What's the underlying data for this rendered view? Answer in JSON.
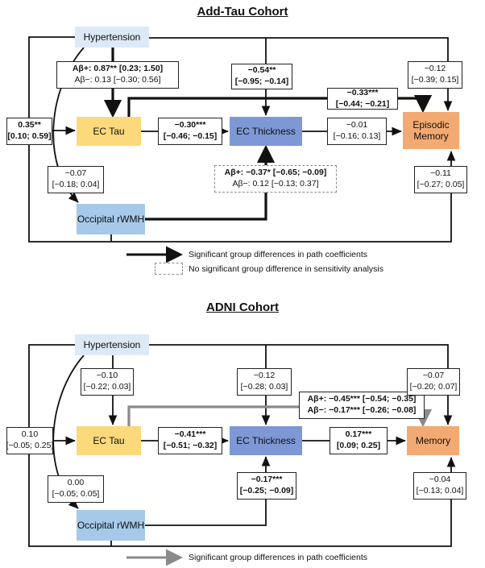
{
  "colors": {
    "hypertension_fill": "#dce9f7",
    "ec_tau_fill": "#fcd97b",
    "ec_thickness_fill": "#7e98d6",
    "memory_fill": "#f3aa72",
    "occipital_fill": "#a6c9e9"
  },
  "addtau": {
    "title": "Add-Tau Cohort",
    "nodes": {
      "hypertension": "Hypertension",
      "ec_tau": "EC Tau",
      "ec_thickness": "EC Thickness",
      "memory": "Episodic Memory",
      "occipital": "Occipital rWMH"
    },
    "coefs": {
      "hyp_ectau": {
        "l1": "Aβ+: 0.87** [0.23; 1.50]",
        "l2": "Aβ−: 0.13 [−0.30; 0.56]"
      },
      "hyp_ecthickness": {
        "l1": "−0.54**",
        "l2": "[−0.95; −0.14]"
      },
      "ectau_memory": {
        "l1": "−0.33***",
        "l2": "[−0.44; −0.21]"
      },
      "hyp_memory": {
        "l1": "−0.12",
        "l2": "[−0.39; 0.15]"
      },
      "occ_ectau": {
        "l1": "0.35**",
        "l2": "[0.10; 0.59]"
      },
      "ectau_ecthickness": {
        "l1": "−0.30***",
        "l2": "[−0.46; −0.15]"
      },
      "ecthickness_memory": {
        "l1": "−0.01",
        "l2": "[−0.16; 0.13]"
      },
      "occ_ecthickness": {
        "l1": "Aβ+: −0.37* [−0.65; −0.09]",
        "l2": "Aβ−: 0.12 [−0.13; 0.37]"
      },
      "hyp_occ": {
        "l1": "−0.07",
        "l2": "[−0.18; 0.04]"
      },
      "occ_memory": {
        "l1": "−0.11",
        "l2": "[−0.27; 0.05]"
      }
    },
    "legend": {
      "arrow_label": "Significant group differences in path coefficients",
      "dashed_label": "No significant group difference in sensitivity analysis"
    }
  },
  "adni": {
    "title": "ADNI Cohort",
    "nodes": {
      "hypertension": "Hypertension",
      "ec_tau": "EC Tau",
      "ec_thickness": "EC Thickness",
      "memory": "Memory",
      "occipital": "Occipital rWMH"
    },
    "coefs": {
      "hyp_ectau": {
        "l1": "−0.10",
        "l2": "[−0.22; 0.03]"
      },
      "hyp_ecthickness": {
        "l1": "−0.12",
        "l2": "[−0.28; 0.03]"
      },
      "ectau_memory": {
        "l1": "Aβ+: −0.45*** [−0.54; −0.35]",
        "l2": "Aβ−: −0.17*** [−0.26; −0.08]"
      },
      "hyp_memory": {
        "l1": "−0.07",
        "l2": "[−0.20; 0.07]"
      },
      "occ_ectau": {
        "l1": "0.10",
        "l2": "[−0.05; 0.25]"
      },
      "ectau_ecthickness": {
        "l1": "−0.41***",
        "l2": "[−0.51; −0.32]"
      },
      "ecthickness_memory": {
        "l1": "0.17***",
        "l2": "[0.09; 0.25]"
      },
      "occ_ecthickness": {
        "l1": "−0.17***",
        "l2": "[−0.25; −0.09]"
      },
      "hyp_occ": {
        "l1": "0.00",
        "l2": "[−0.05; 0.05]"
      },
      "occ_memory": {
        "l1": "−0.04",
        "l2": "[−0.13; 0.04]"
      }
    },
    "legend": {
      "arrow_label": "Significant group differences in path coefficients"
    }
  }
}
